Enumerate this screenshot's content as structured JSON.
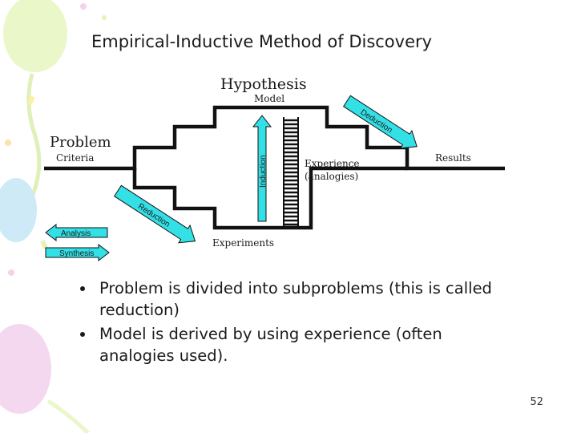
{
  "slide": {
    "title": "Empirical-Inductive Method of Discovery",
    "page_number": "52"
  },
  "diagram": {
    "hypothesis_label": "Hypothesis",
    "model_label": "Model",
    "problem_label": "Problem",
    "criteria_label": "Criteria",
    "results_label": "Results",
    "experience_label": "Experience",
    "analogies_label": "(analogies)",
    "experiments_label": "Experiments",
    "induction_label": "Induction",
    "deduction_label": "Deduction",
    "reduction_label": "Reduction",
    "analysis_label": "Analysis",
    "synthesis_label": "Synthesis",
    "arrow_color": "#33e0e6"
  },
  "bullets": [
    "Problem is divided into subproblems (this is called reduction)",
    "Model is derived by using experience (often analogies used)."
  ]
}
